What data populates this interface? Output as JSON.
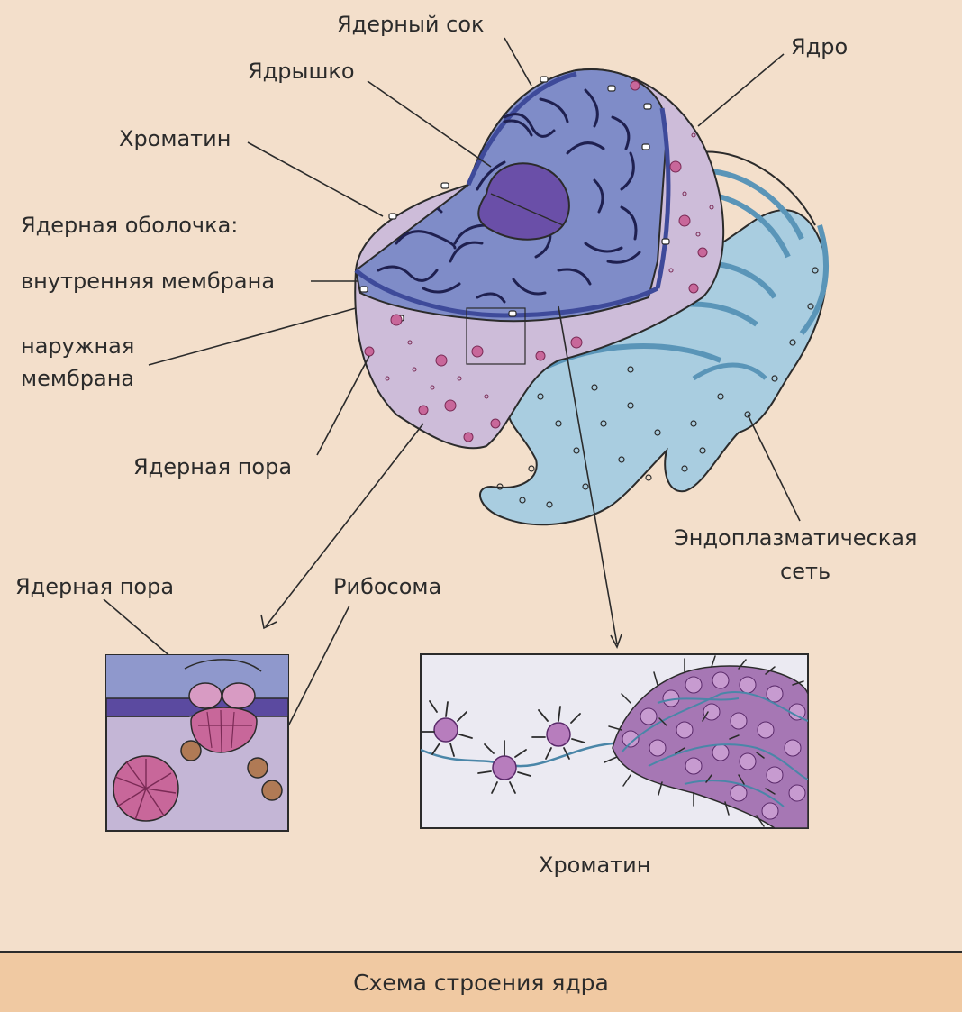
{
  "labels": {
    "nuclear_sap": "Ядерный сок",
    "nucleolus": "Ядрышко",
    "nucleus": "Ядро",
    "chromatin": "Хроматин",
    "envelope": "Ядерная оболочка:",
    "inner_membrane": "внутренняя мембрана",
    "outer_membrane_line1": "наружная",
    "outer_membrane_line2": "мембрана",
    "nuclear_pore": "Ядерная пора",
    "er_line1": "Эндоплазматическая",
    "er_line2": "сеть",
    "inset_pore": "Ядерная пора",
    "ribosome": "Рибосома",
    "chromatin_caption": "Хроматин"
  },
  "footer": {
    "caption": "Схема строения ядра"
  },
  "colors": {
    "background": "#f3dfcb",
    "footer": "#f0c9a2",
    "nucleoplasm": "#7f8cc8",
    "nucleolus": "#6a4fa8",
    "membrane": "#cdbcd9",
    "er": "#a9cde0",
    "ribosome_dot": "#b07a55",
    "pore": "#c8679a"
  }
}
